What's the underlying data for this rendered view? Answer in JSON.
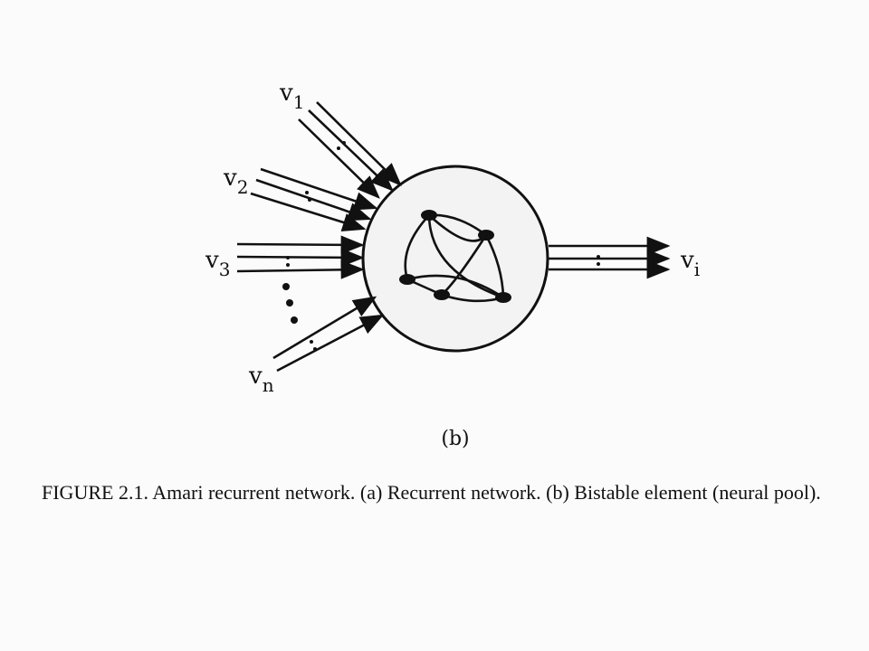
{
  "diagram": {
    "input_labels": [
      {
        "base": "v",
        "sub": "1"
      },
      {
        "base": "v",
        "sub": "2"
      },
      {
        "base": "v",
        "sub": "3"
      },
      {
        "base": "v",
        "sub": "n"
      }
    ],
    "output_label": {
      "base": "v",
      "sub": "i"
    },
    "panel_label": "(b)"
  },
  "caption": "FIGURE 2.1. Amari recurrent network. (a) Recurrent network. (b) Bistable element (neural pool)."
}
